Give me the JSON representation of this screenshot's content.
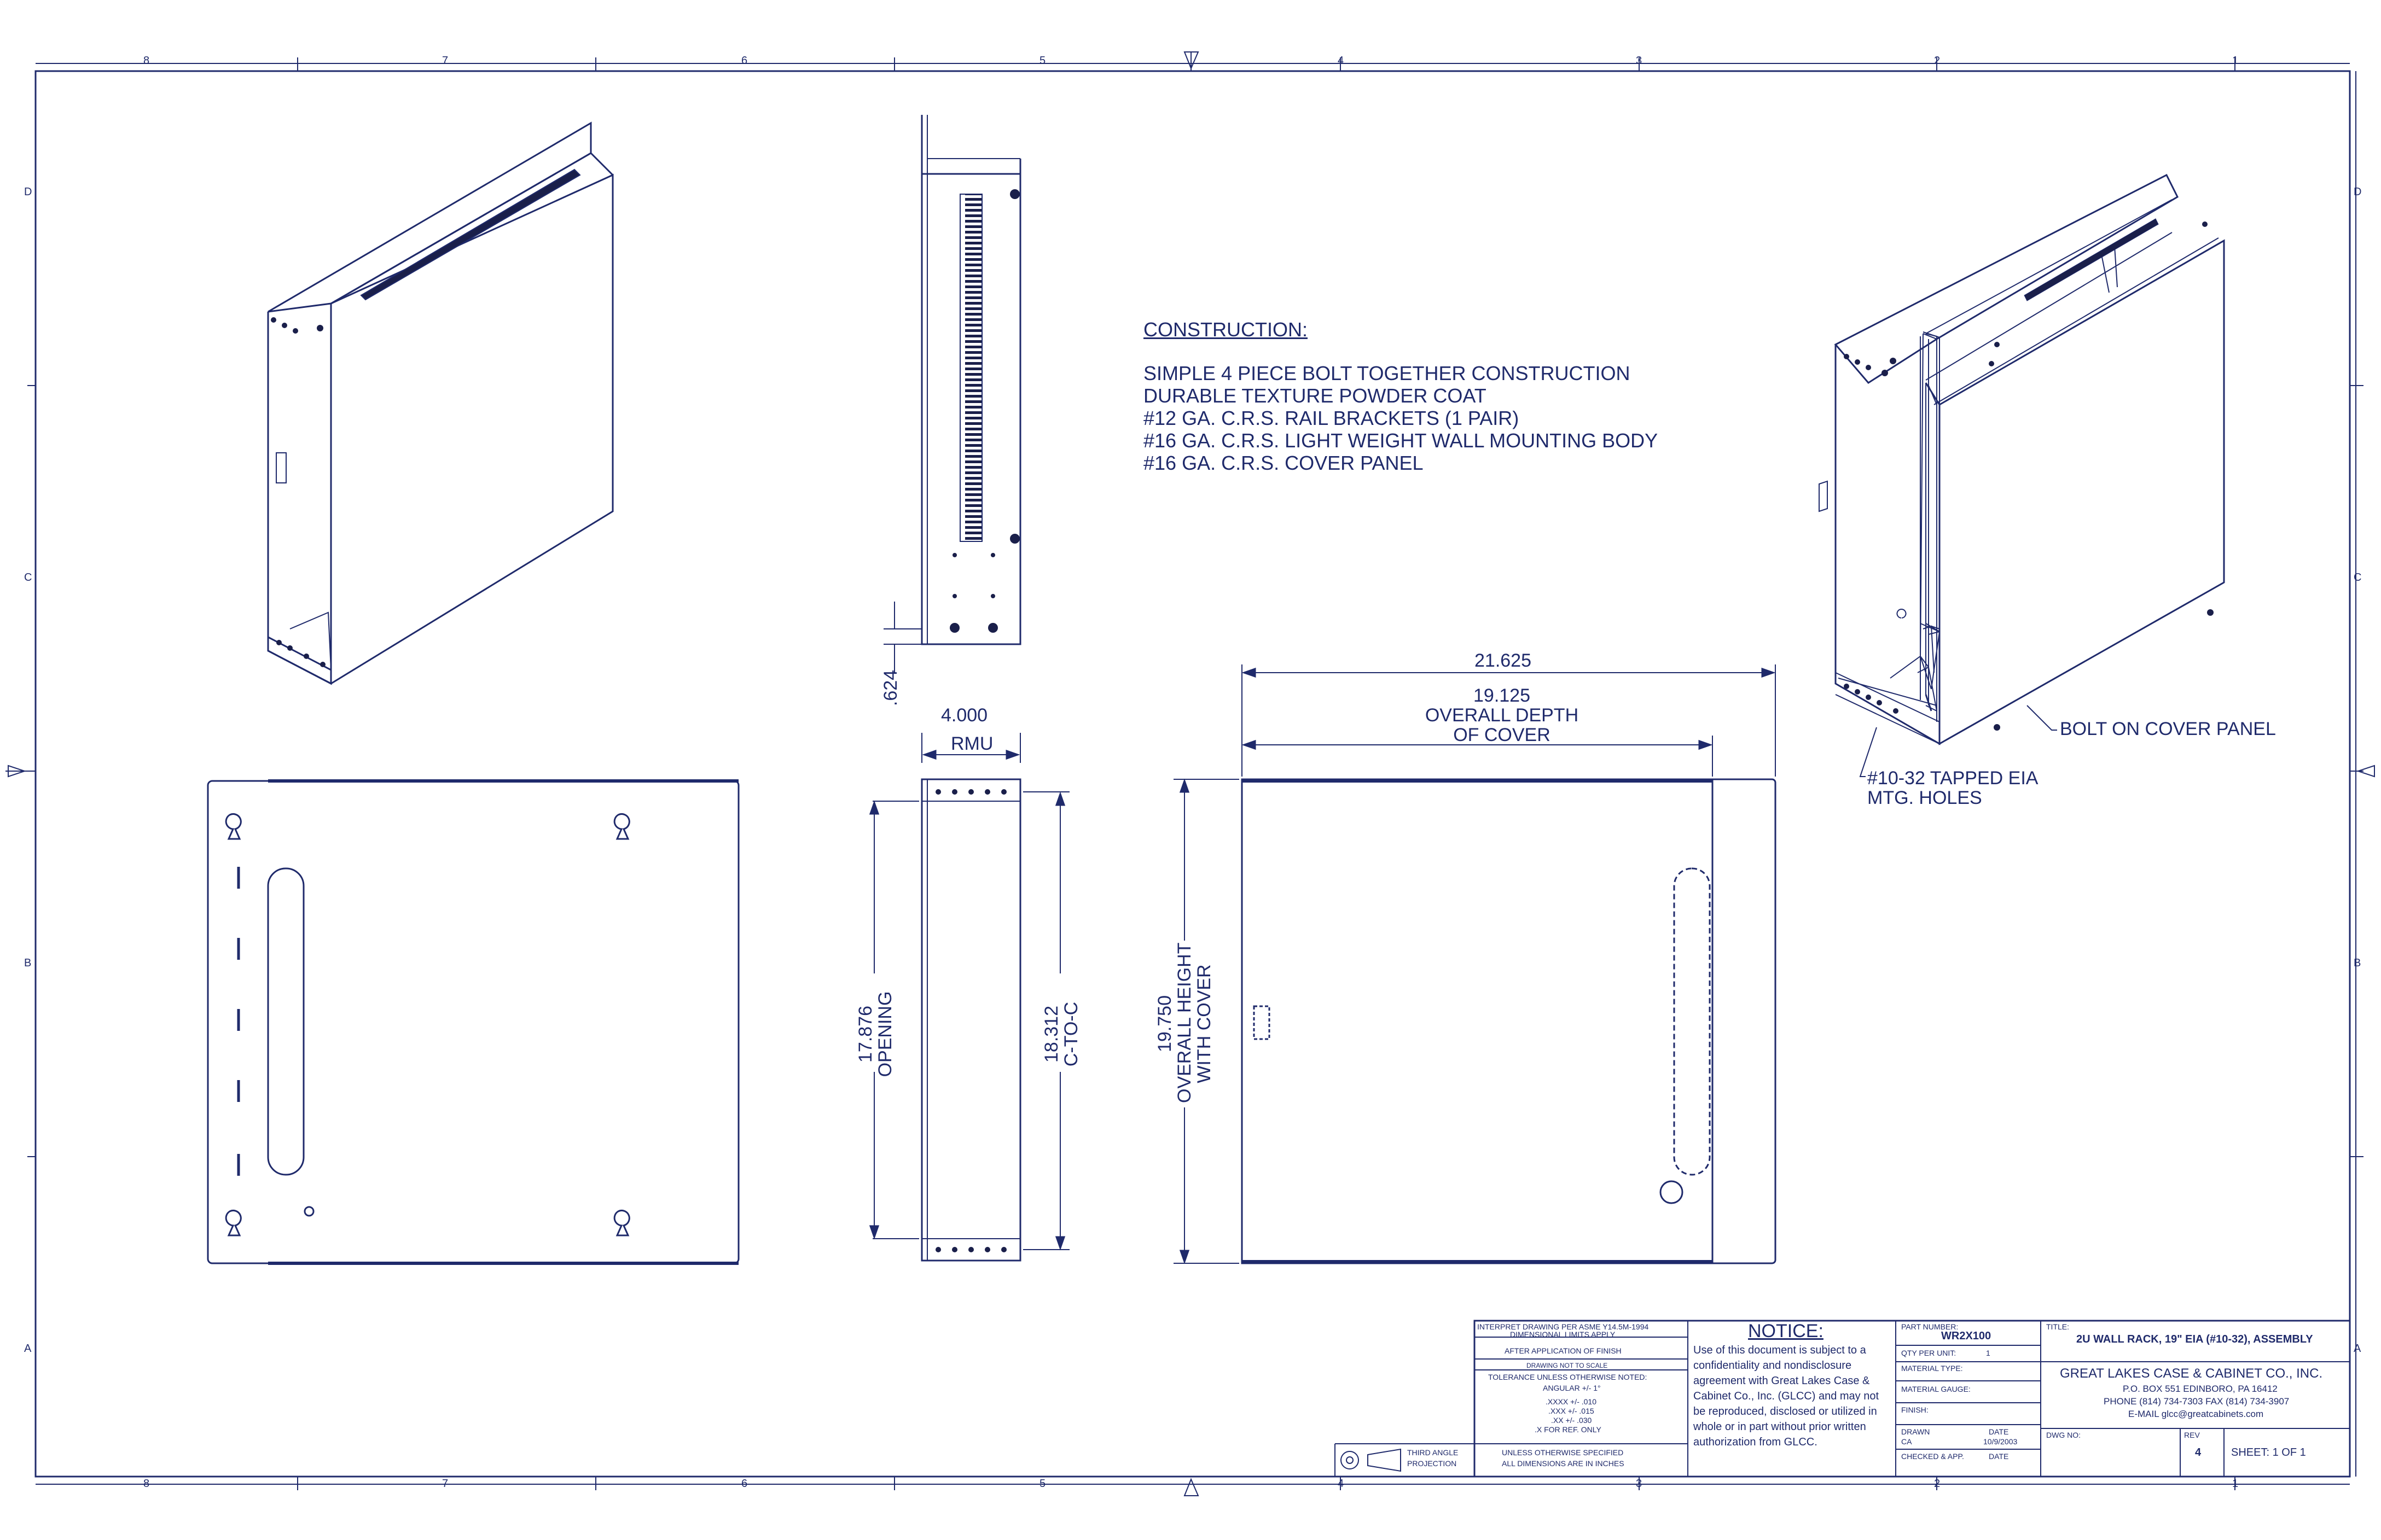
{
  "zones": {
    "top": [
      "8",
      "7",
      "6",
      "5",
      "4",
      "3",
      "2",
      "1"
    ],
    "side": [
      "D",
      "C",
      "B",
      "A"
    ]
  },
  "notes": {
    "title": "CONSTRUCTION:",
    "lines": [
      "SIMPLE 4 PIECE BOLT TOGETHER CONSTRUCTION",
      "DURABLE TEXTURE POWDER COAT",
      "#12 GA. C.R.S. RAIL BRACKETS (1 PAIR)",
      "#16 GA. C.R.S. LIGHT WEIGHT WALL MOUNTING BODY",
      "#16 GA. C.R.S. COVER PANEL"
    ]
  },
  "dims": {
    "d624": ".624",
    "d4000": "4.000",
    "rmu": "RMU",
    "d17876": "17.876",
    "opening": "OPENING",
    "d18312": "18.312",
    "ctoc": "C-TO-C",
    "d21625": "21.625",
    "d19125": "19.125",
    "overall_depth": "OVERALL DEPTH",
    "of_cover": "OF COVER",
    "d19750": "19.750",
    "overall_height": "OVERALL HEIGHT",
    "with_cover": "WITH COVER"
  },
  "callouts": {
    "bolt_on": "BOLT ON COVER PANEL",
    "tapped_1": "#10-32 TAPPED EIA",
    "tapped_2": "MTG. HOLES"
  },
  "title_block": {
    "interp": "INTERPRET DRAWING PER ASME Y14.5M-1994",
    "dimlimits": "DIMENSIONAL LIMITS APPLY",
    "afterfinish": "AFTER APPLICATION OF FINISH",
    "noscale": "DRAWING NOT TO SCALE",
    "tolerance": "TOLERANCE UNLESS OTHERWISE NOTED:",
    "angular": "ANGULAR +/- 1°",
    "tol4": ".XXXX +/- .010",
    "tol3": ".XXX +/- .015",
    "tol2": ".XX +/- .030",
    "tol1": ".X FOR REF. ONLY",
    "unless": "UNLESS OTHERWISE SPECIFIED",
    "inches": "ALL DIMENSIONS ARE IN INCHES",
    "third1": "THIRD ANGLE",
    "third2": "PROJECTION",
    "notice_title": "NOTICE:",
    "notice_body": "Use of this document is subject to a confidentiality and nondisclosure agreement with Great Lakes Case & Cabinet Co., Inc. (GLCC) and may not be reproduced, disclosed or utilized in whole or in part without prior written authorization from GLCC.",
    "part_label": "PART NUMBER:",
    "part_value": "WR2X100",
    "qty_label": "QTY PER UNIT:",
    "qty_value": "1",
    "material_label": "MATERIAL TYPE:",
    "gauge_label": "MATERIAL GAUGE:",
    "finish_label": "FINISH:",
    "drawn_label": "DRAWN",
    "date_label": "DATE",
    "drawn_by": "CA",
    "drawn_date": "10/9/2003",
    "checked_label": "CHECKED & APP.",
    "date_label2": "DATE",
    "title_label": "TITLE:",
    "title_value": "2U WALL RACK, 19\" EIA (#10-32), ASSEMBLY",
    "company": "GREAT LAKES CASE & CABINET CO., INC.",
    "address": "P.O. BOX 551 EDINBORO, PA 16412",
    "phone": "PHONE (814) 734-7303 FAX (814) 734-3907",
    "email": "E-MAIL glcc@greatcabinets.com",
    "dwg_label": "DWG NO:",
    "rev_label": "REV",
    "rev_value": "4",
    "sheet_label": "SHEET: 1 OF 1"
  },
  "colors": {
    "ink": "#1f2a6b",
    "paper": "#ffffff",
    "dark": "#1a1f4a"
  }
}
